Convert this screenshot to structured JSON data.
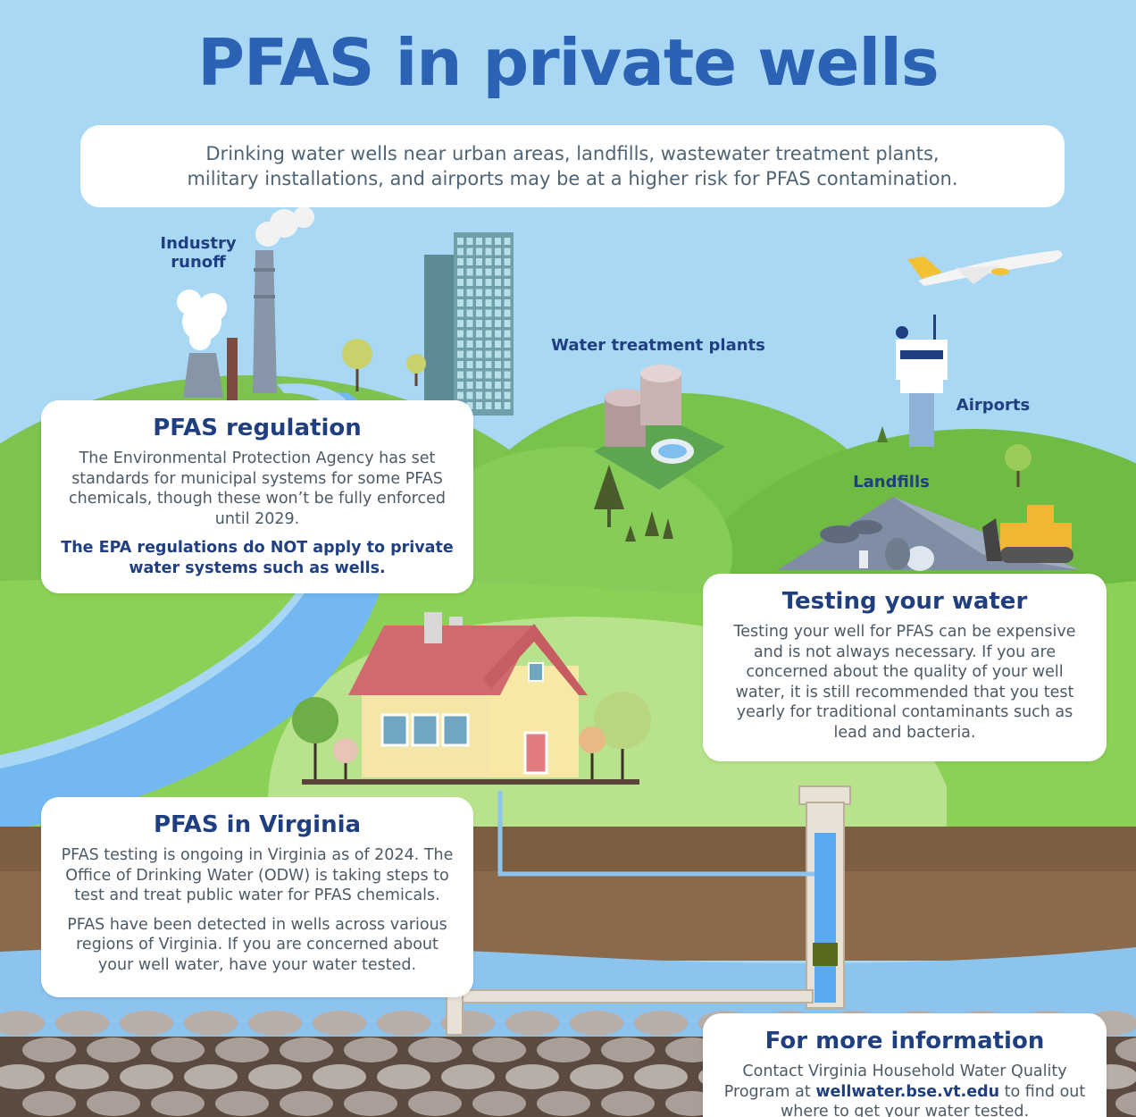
{
  "title": "PFAS in private wells",
  "intro": {
    "line1": "Drinking water wells near urban areas, landfills, wastewater treatment plants,",
    "line2": "military installations, and airports may be at a higher risk for PFAS contamination."
  },
  "labels": {
    "industry_line1": "Industry",
    "industry_line2": "runoff",
    "water_treatment": "Water treatment plants",
    "airports": "Airports",
    "landfills": "Landfills"
  },
  "regulation": {
    "heading": "PFAS regulation",
    "body": "The Environmental Protection Agency has set standards for municipal systems for some PFAS chemicals, though these won’t be fully enforced until 2029.",
    "emphasis": "The EPA regulations do NOT apply to private water systems such as wells."
  },
  "testing": {
    "heading": "Testing your water",
    "body": "Testing your well for PFAS can be expensive and is not always necessary. If you are concerned about the quality of your well water, it is still recommended that you test yearly for traditional contaminants such as lead and bacteria."
  },
  "virginia": {
    "heading": "PFAS in Virginia",
    "body1": "PFAS testing is ongoing in Virginia as of 2024. The Office of Drinking Water (ODW) is taking steps to test and treat public water for PFAS chemicals.",
    "body2": "PFAS have been detected in wells across various regions of Virginia. If you are concerned about your well water, have your water tested."
  },
  "more_info": {
    "heading": "For more information",
    "prefix": "Contact Virginia Household Water Quality Program at ",
    "link": "wellwater.bse.vt.edu",
    "suffix": " to find out where to get your water tested."
  },
  "colors": {
    "sky": "#a9d8f5",
    "title": "#2b62b3",
    "heading": "#1f3f80",
    "grass_dark": "#6ab344",
    "grass_mid": "#8fd15a",
    "grass_light": "#b6e08a",
    "soil": "#6b5443",
    "groundwater": "#8cc4ee",
    "rock": "#a89d96"
  }
}
